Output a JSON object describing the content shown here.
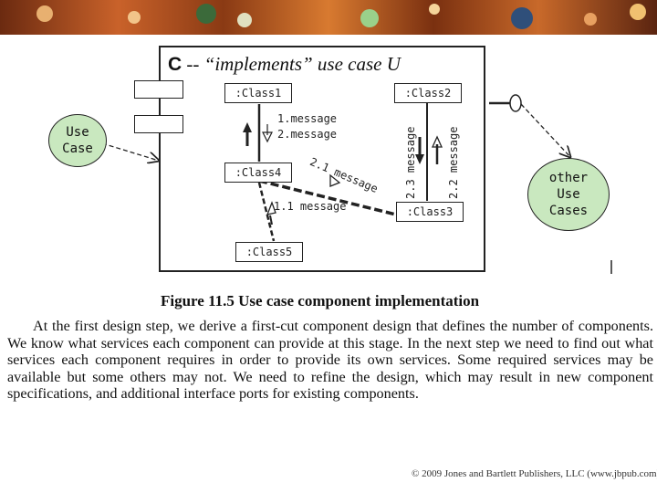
{
  "diagram": {
    "title_prefix": "C",
    "title_sep": " -- ",
    "title_rest": "“implements” use case U",
    "classes": {
      "class1": ":Class1",
      "class2": ":Class2",
      "class3": ":Class3",
      "class4": ":Class4",
      "class5": ":Class5"
    },
    "messages": {
      "m1": "1.message",
      "m2": "2.message",
      "m11": "1.1 message",
      "m21": "2.1 message",
      "m22": "2.2 message",
      "m23": "2.3 message"
    },
    "use_case_left": [
      "Use",
      "Case"
    ],
    "use_case_right": [
      "other",
      "Use",
      "Cases"
    ],
    "fill_color": "#c9e8bf"
  },
  "caption": "Figure 11.5 Use case component implementation",
  "paragraph": "At the first design step, we derive a first-cut component design that defines the number of components. We know what services each component can provide at this stage. In the next step we need to find out what services each component requires in order to provide its own services. Some required services may be available but some others may not. We need to refine the design, which may result in new component specifications, and additional interface ports for existing components.",
  "copyright": "© 2009 Jones and Bartlett Publishers, LLC (www.jbpub.com)"
}
